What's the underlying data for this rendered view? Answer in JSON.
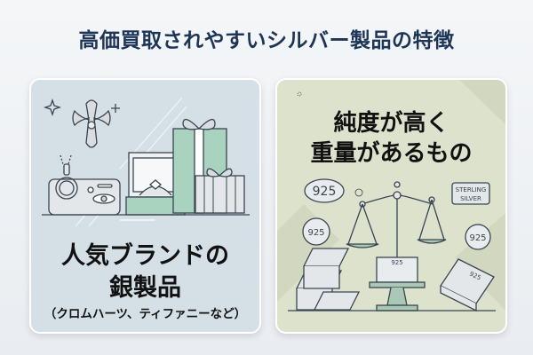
{
  "header": {
    "title": "高価買取されやすいシルバー製品の特徴"
  },
  "cards": [
    {
      "id": "brand",
      "line1": "人気ブランドの",
      "line2": "銀製品",
      "note": "（クロムハーツ、ティファニーなど）",
      "bg": "#d4dfe6",
      "icons": [
        "cross-pendant-icon",
        "ring-pendant-icon",
        "ring-box-icon",
        "gift-box-icon"
      ]
    },
    {
      "id": "purity",
      "line1": "純度が高く",
      "line2": "重量があるもの",
      "bg": "#dde2cd",
      "labels": {
        "oval": "925",
        "coin_left": "925",
        "coin_right": "925",
        "scale_base": "925",
        "bar": "925",
        "tag_line1": "STERLING",
        "tag_line2": "SILVER"
      },
      "icons": [
        "balance-scale-icon",
        "silver-bar-icon",
        "coin-icon",
        "sterling-tag-icon"
      ]
    }
  ],
  "colors": {
    "title": "#1d3557",
    "mint": "#a9d3bf",
    "outline": "#3a4550"
  }
}
